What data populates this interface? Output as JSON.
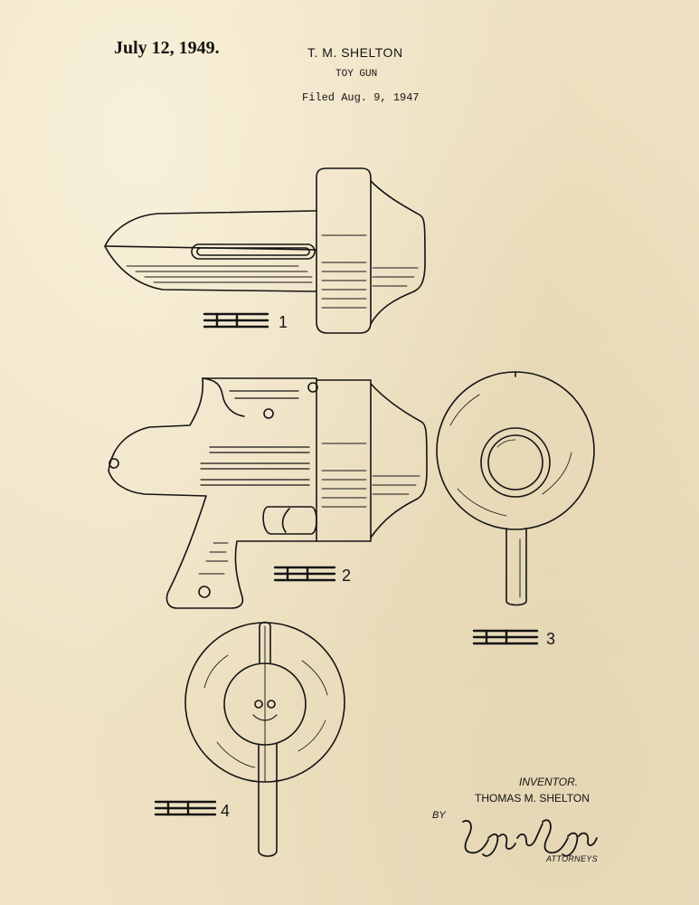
{
  "header": {
    "date": "July 12, 1949.",
    "inventor_header": "T. M. SHELTON",
    "title": "TOY GUN",
    "filed": "Filed Aug. 9, 1947"
  },
  "figures": [
    {
      "label": "1"
    },
    {
      "label": "2"
    },
    {
      "label": "3"
    },
    {
      "label": "4"
    }
  ],
  "footer": {
    "inventor_label": "INVENTOR.",
    "inventor_name": "THOMAS M. SHELTON",
    "by": "BY",
    "attorneys": "ATTORNEYS"
  },
  "colors": {
    "paper": "#efe3c4",
    "ink": "#141414"
  }
}
